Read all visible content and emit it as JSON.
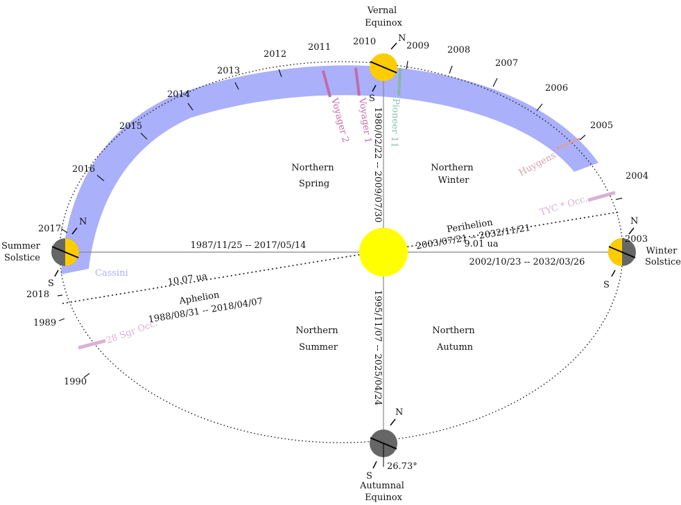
{
  "colors": {
    "band": "#aab0fa",
    "sun": "#ffff00",
    "lit": "#ffcc00",
    "dark": "#666666",
    "cassini": "#aab0fa",
    "voyager2": "#c46aa8",
    "voyager1": "#c46aa8",
    "pioneer11": "#88c2a8",
    "huygens": "#d9a0a8",
    "occultation": "#d9b0d6"
  },
  "positions": {
    "vernal": [
      "Vernal",
      "Equinox"
    ],
    "autumnal": [
      "Autumnal",
      "Equinox"
    ],
    "summer": [
      "Summer",
      "Solstice"
    ],
    "winter": [
      "Winter",
      "Solstice"
    ],
    "pole_n": "N",
    "pole_s": "S",
    "tilt": "26.73°"
  },
  "seasons": {
    "spring": [
      "Northern",
      "Spring"
    ],
    "winter": [
      "Northern",
      "Winter"
    ],
    "summer": [
      "Northern",
      "Summer"
    ],
    "autumn": [
      "Northern",
      "Autumn"
    ]
  },
  "dates": {
    "horizontal_left": "1987/11/25 -- 2017/05/14",
    "horizontal_right": "2002/10/23 -- 2032/03/26",
    "vertical_top": "1980/02/22 -- 2009/07/30",
    "vertical_bottom": "1995/11/07 -- 2025/04/24"
  },
  "apsides": {
    "perihelion_label": "Perihelion",
    "perihelion_dates": "2003/07/21 -- 2032/11/21",
    "perihelion_distance": "9.01 ua",
    "aphelion_label": "Aphelion",
    "aphelion_dates": "1988/08/31 -- 2018/04/07",
    "aphelion_distance": "10.07 ua"
  },
  "years": [
    "2003",
    "2004",
    "2005",
    "2006",
    "2007",
    "2008",
    "2009",
    "2010",
    "2011",
    "2012",
    "2013",
    "2014",
    "2015",
    "2016",
    "2017",
    "2018",
    "1989",
    "1990"
  ],
  "missions": {
    "cassini": "Cassini",
    "voyager2": "Voyager 2",
    "voyager1": "Voyager 1",
    "pioneer11": "Pioneer 11",
    "huygens": "Huygens",
    "tyc": "TYC * Occ.",
    "sgr": "28 Sgr Occ."
  }
}
